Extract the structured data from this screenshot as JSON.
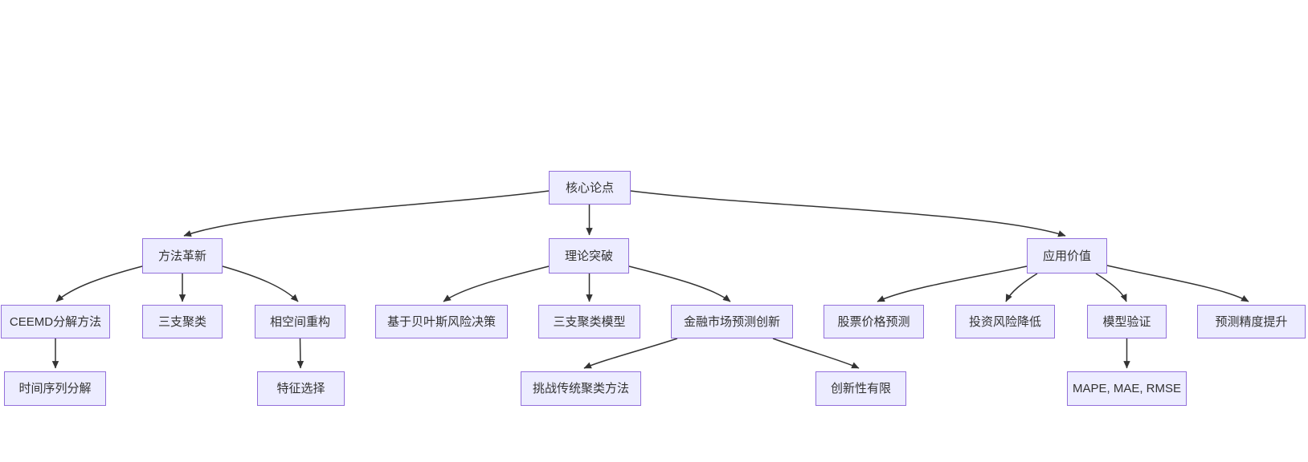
{
  "diagram": {
    "type": "flowchart",
    "direction": "top-down",
    "colors": {
      "background": "#ffffff",
      "node_fill": "#ECECFF",
      "node_border": "#9370DB",
      "node_text": "#333333",
      "edge_stroke": "#333333"
    },
    "nodes": {
      "core_thesis": {
        "label": "核心论点",
        "level": 1
      },
      "method_innovation": {
        "label": "方法革新",
        "level": 2
      },
      "theory_breakthrough": {
        "label": "理论突破",
        "level": 2
      },
      "application_value": {
        "label": "应用价值",
        "level": 2
      },
      "ceemd": {
        "label": "CEEMD分解方法",
        "level": 3
      },
      "three_way_clustering": {
        "label": "三支聚类",
        "level": 3
      },
      "phase_space": {
        "label": "相空间重构",
        "level": 3
      },
      "bayes_risk": {
        "label": "基于贝叶斯风险决策",
        "level": 3
      },
      "three_way_model": {
        "label": "三支聚类模型",
        "level": 3
      },
      "finance_innovation": {
        "label": "金融市场预测创新",
        "level": 3
      },
      "stock_prediction": {
        "label": "股票价格预测",
        "level": 3
      },
      "investment_risk": {
        "label": "投资风险降低",
        "level": 3
      },
      "model_validation": {
        "label": "模型验证",
        "level": 3
      },
      "prediction_accuracy": {
        "label": "预测精度提升",
        "level": 3
      },
      "time_series": {
        "label": "时间序列分解",
        "level": 4
      },
      "feature_selection": {
        "label": "特征选择",
        "level": 4
      },
      "challenge_clustering": {
        "label": "挑战传统聚类方法",
        "level": 4
      },
      "limited_innovation": {
        "label": "创新性有限",
        "level": 4
      },
      "metrics": {
        "label": "MAPE, MAE, RMSE",
        "level": 4
      }
    },
    "edges": [
      {
        "from": "core_thesis",
        "to": "method_innovation"
      },
      {
        "from": "core_thesis",
        "to": "theory_breakthrough"
      },
      {
        "from": "core_thesis",
        "to": "application_value"
      },
      {
        "from": "method_innovation",
        "to": "ceemd"
      },
      {
        "from": "method_innovation",
        "to": "three_way_clustering"
      },
      {
        "from": "method_innovation",
        "to": "phase_space"
      },
      {
        "from": "theory_breakthrough",
        "to": "bayes_risk"
      },
      {
        "from": "theory_breakthrough",
        "to": "three_way_model"
      },
      {
        "from": "theory_breakthrough",
        "to": "finance_innovation"
      },
      {
        "from": "application_value",
        "to": "stock_prediction"
      },
      {
        "from": "application_value",
        "to": "investment_risk"
      },
      {
        "from": "application_value",
        "to": "model_validation"
      },
      {
        "from": "application_value",
        "to": "prediction_accuracy"
      },
      {
        "from": "ceemd",
        "to": "time_series"
      },
      {
        "from": "phase_space",
        "to": "feature_selection"
      },
      {
        "from": "finance_innovation",
        "to": "challenge_clustering"
      },
      {
        "from": "finance_innovation",
        "to": "limited_innovation"
      },
      {
        "from": "model_validation",
        "to": "metrics"
      }
    ]
  }
}
